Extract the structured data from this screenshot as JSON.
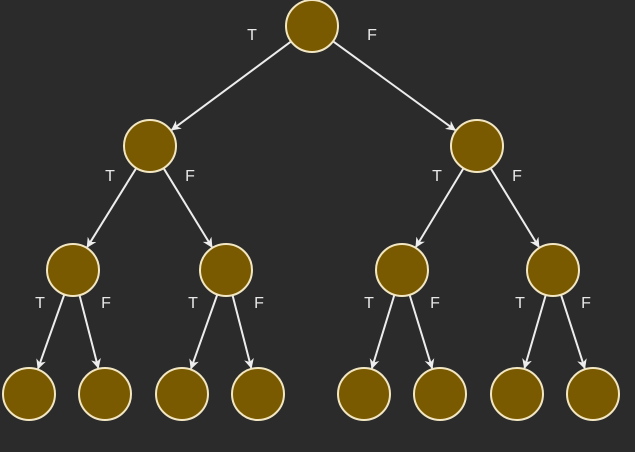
{
  "diagram": {
    "type": "binary-decision-tree",
    "colors": {
      "background": "#2b2b2b",
      "node_fill": "#7a5a00",
      "node_stroke": "#f2e7c2",
      "edge": "#ededed",
      "label": "#e8e8e8"
    },
    "nodes": [
      {
        "id": "root",
        "level": 0,
        "order": 0
      },
      {
        "id": "L",
        "level": 1,
        "order": 0
      },
      {
        "id": "R",
        "level": 1,
        "order": 1
      },
      {
        "id": "LL",
        "level": 2,
        "order": 0
      },
      {
        "id": "LR",
        "level": 2,
        "order": 1
      },
      {
        "id": "RL",
        "level": 2,
        "order": 2
      },
      {
        "id": "RR",
        "level": 2,
        "order": 3
      },
      {
        "id": "LLL",
        "level": 3,
        "order": 0
      },
      {
        "id": "LLR",
        "level": 3,
        "order": 1
      },
      {
        "id": "LRL",
        "level": 3,
        "order": 2
      },
      {
        "id": "LRR",
        "level": 3,
        "order": 3
      },
      {
        "id": "RLL",
        "level": 3,
        "order": 4
      },
      {
        "id": "RLR",
        "level": 3,
        "order": 5
      },
      {
        "id": "RRL",
        "level": 3,
        "order": 6
      },
      {
        "id": "RRR",
        "level": 3,
        "order": 7
      }
    ],
    "edges": [
      {
        "from": "root",
        "to": "L",
        "label": "T"
      },
      {
        "from": "root",
        "to": "R",
        "label": "F"
      },
      {
        "from": "L",
        "to": "LL",
        "label": "T"
      },
      {
        "from": "L",
        "to": "LR",
        "label": "F"
      },
      {
        "from": "R",
        "to": "RL",
        "label": "T"
      },
      {
        "from": "R",
        "to": "RR",
        "label": "F"
      },
      {
        "from": "LL",
        "to": "LLL",
        "label": "T"
      },
      {
        "from": "LL",
        "to": "LLR",
        "label": "F"
      },
      {
        "from": "LR",
        "to": "LRL",
        "label": "T"
      },
      {
        "from": "LR",
        "to": "LRR",
        "label": "F"
      },
      {
        "from": "RL",
        "to": "RLL",
        "label": "T"
      },
      {
        "from": "RL",
        "to": "RLR",
        "label": "F"
      },
      {
        "from": "RR",
        "to": "RRL",
        "label": "T"
      },
      {
        "from": "RR",
        "to": "RRR",
        "label": "F"
      }
    ]
  }
}
